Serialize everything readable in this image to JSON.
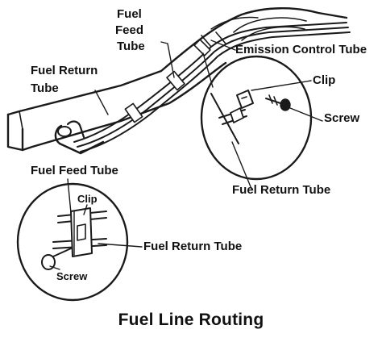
{
  "title": "Fuel Line Routing",
  "labels": {
    "fuel_feed_tube_line1": "Fuel",
    "fuel_feed_tube_line2": "Feed",
    "fuel_feed_tube_line3": "Tube",
    "fuel_return_tube_line1": "Fuel Return",
    "fuel_return_tube_line2": "Tube",
    "emission_control_tube": "Emission Control Tube",
    "clip_right": "Clip",
    "screw_right": "Screw",
    "fuel_return_tube_right": "Fuel Return Tube",
    "fuel_feed_tube_left": "Fuel Feed Tube",
    "clip_left": "Clip",
    "fuel_return_tube_left": "Fuel Return Tube",
    "screw_left": "Screw"
  },
  "colors": {
    "ink": "#1a1a1a",
    "background": "#ffffff"
  }
}
